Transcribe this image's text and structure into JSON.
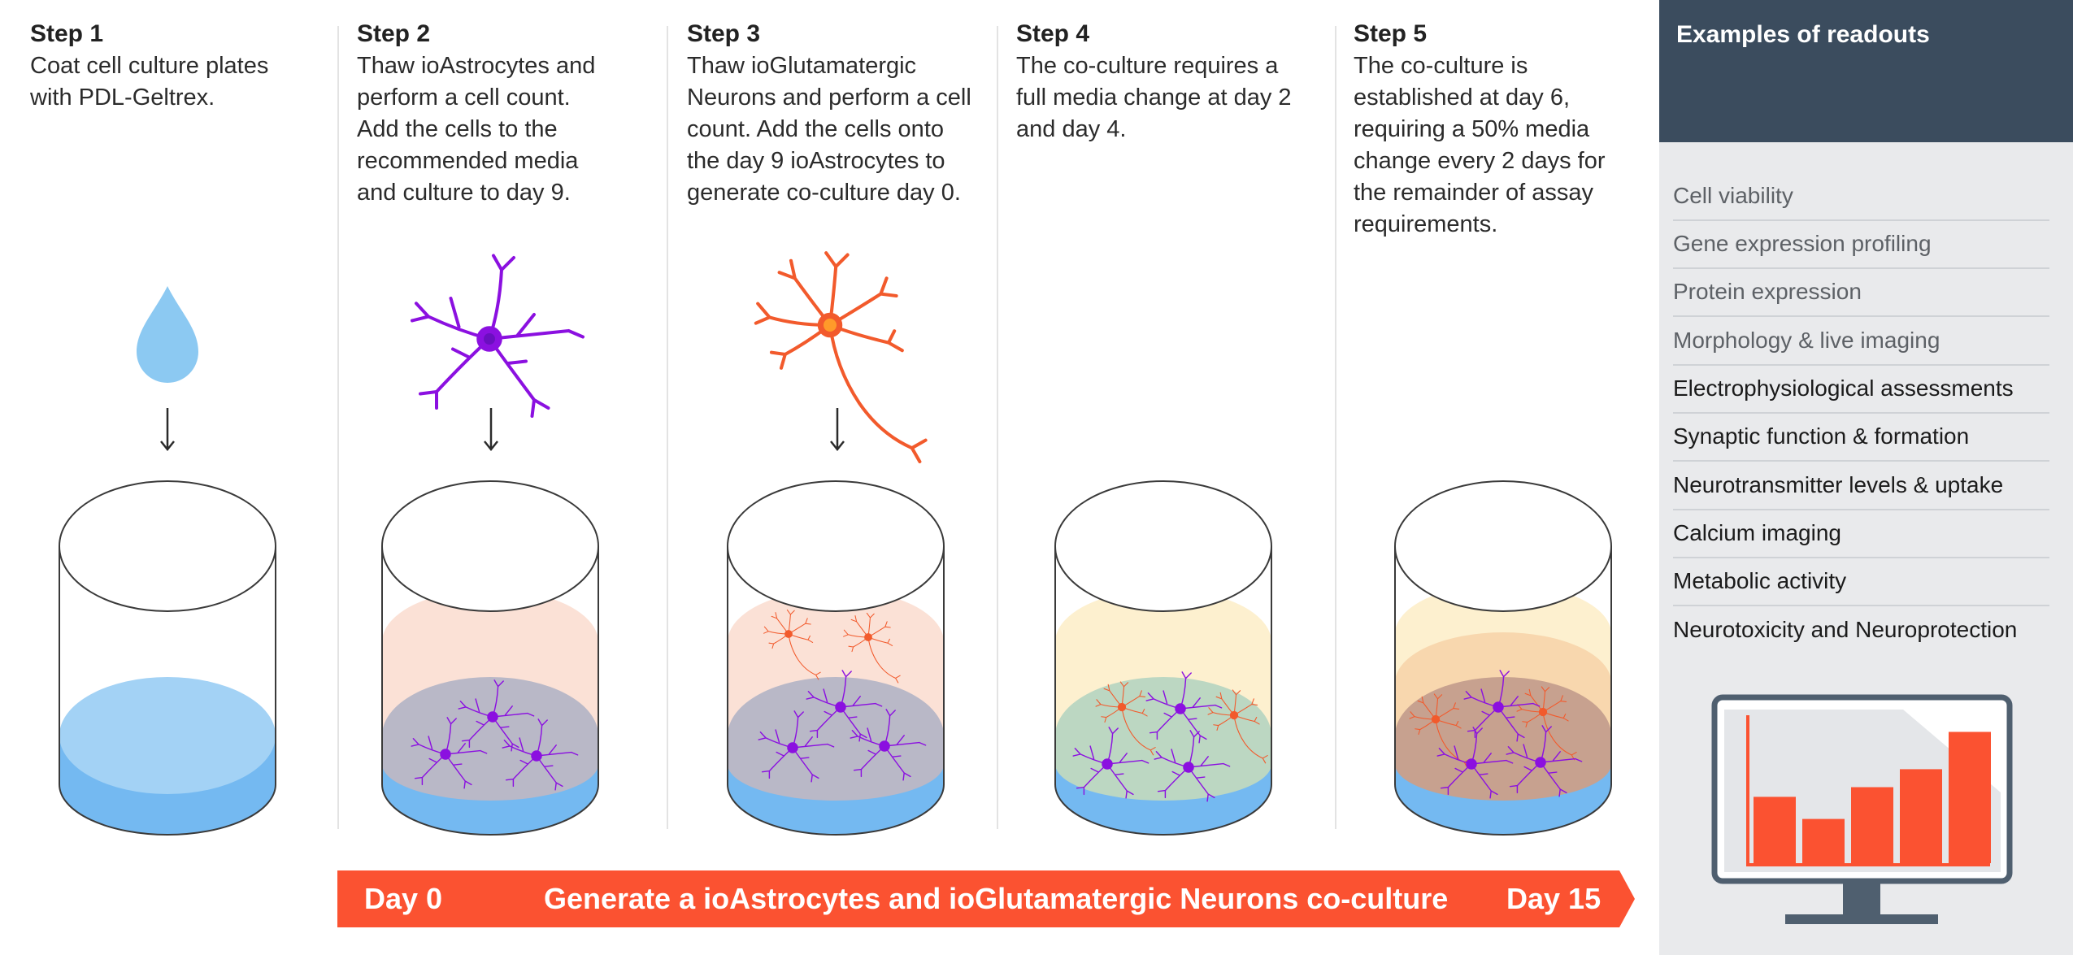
{
  "steps": [
    {
      "title": "Step 1",
      "lines": [
        "Coat cell culture plates",
        "with PDL-Geltrex."
      ]
    },
    {
      "title": "Step 2",
      "lines": [
        "Thaw ioAstrocytes and",
        "perform a cell count.",
        "Add the cells to the",
        "recommended media",
        "and culture to day 9."
      ]
    },
    {
      "title": "Step 3",
      "lines": [
        "Thaw ioGlutamatergic",
        "Neurons and perform a cell",
        "count. Add the cells onto",
        "the day 9 ioAstrocytes to",
        "generate co-culture day 0."
      ]
    },
    {
      "title": "Step 4",
      "lines": [
        "The co-culture requires a",
        "full media change at day 2",
        "and day 4."
      ]
    },
    {
      "title": "Step 5",
      "lines": [
        "The co-culture is",
        "established at day 6,",
        "requiring a 50% media",
        "change every 2 days for",
        "the remainder of assay",
        "requirements."
      ]
    }
  ],
  "timeline": {
    "start": "Day 0",
    "label": "Generate a ioAstrocytes and ioGlutamatergic Neurons co-culture",
    "end": "Day 15"
  },
  "readouts": {
    "title": "Examples of readouts",
    "items": [
      {
        "label": "Cell viability",
        "tone": "grey"
      },
      {
        "label": "Gene expression profiling",
        "tone": "grey"
      },
      {
        "label": "Protein expression",
        "tone": "grey"
      },
      {
        "label": "Morphology & live imaging",
        "tone": "grey"
      },
      {
        "label": "Electrophysiological assessments",
        "tone": "dark"
      },
      {
        "label": "Synaptic function & formation",
        "tone": "dark"
      },
      {
        "label": "Neurotransmitter levels & uptake",
        "tone": "dark"
      },
      {
        "label": "Calcium imaging",
        "tone": "dark"
      },
      {
        "label": "Metabolic activity",
        "tone": "dark"
      },
      {
        "label": "Neurotoxicity and Neuroprotection",
        "tone": "dark"
      }
    ]
  },
  "monitor_bars": [
    0.48,
    0.32,
    0.55,
    0.68,
    0.95
  ],
  "colors": {
    "accent": "#fb5231",
    "panel_header": "#3b4c5e",
    "panel_bg": "#e9eaec",
    "astrocyte": "#8b10e0",
    "neuron": "#f25a2c",
    "coating": "#7ac0f2"
  },
  "icons": [
    "droplet-icon",
    "astrocyte-icon",
    "neuron-icon",
    "down-arrow-icon",
    "monitor-chart-icon"
  ]
}
